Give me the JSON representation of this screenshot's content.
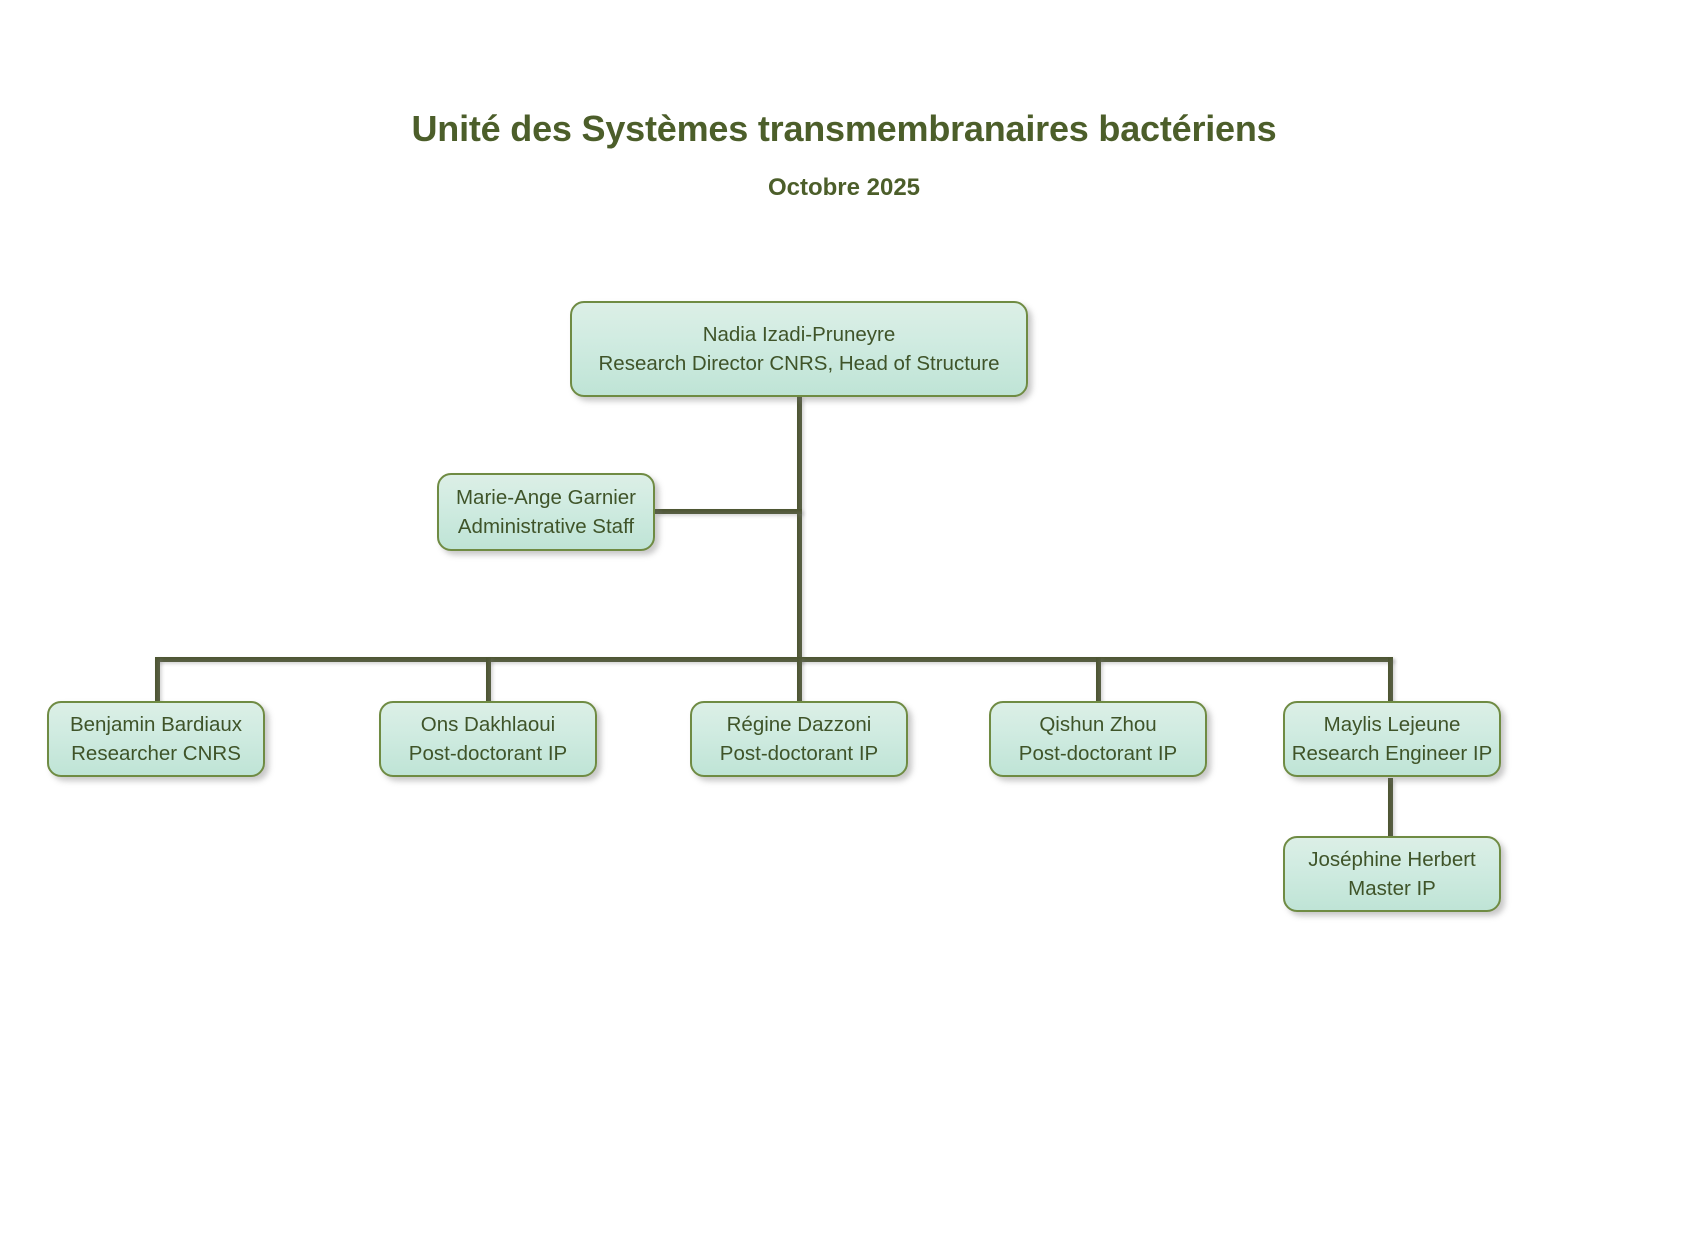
{
  "header": {
    "title": "Unité des Systèmes transmembranaires bactériens",
    "subtitle": "Octobre 2025"
  },
  "colors": {
    "title_text": "#4c5e2a",
    "node_text": "#3f5429",
    "node_border": "#6f8b43",
    "node_fill_top": "#dcefe6",
    "node_fill_bottom": "#bfe4d6",
    "connector": "#4c5530",
    "background": "#ffffff"
  },
  "chart_data": {
    "type": "diagram",
    "title": "Unité des Systèmes transmembranaires bactériens",
    "subtitle": "Octobre 2025",
    "diagram_kind": "org-chart",
    "nodes": [
      {
        "id": "root",
        "name": "Nadia Izadi-Pruneyre",
        "role": "Research Director CNRS, Head of Structure",
        "level": 0,
        "parent": null
      },
      {
        "id": "admin",
        "name": "Marie-Ange Garnier",
        "role": "Administrative Staff",
        "level": 1,
        "parent": "root"
      },
      {
        "id": "bardiaux",
        "name": "Benjamin Bardiaux",
        "role": "Researcher CNRS",
        "level": 2,
        "parent": "root"
      },
      {
        "id": "dakhlaoui",
        "name": "Ons Dakhlaoui",
        "role": "Post-doctorant IP",
        "level": 2,
        "parent": "root"
      },
      {
        "id": "dazzoni",
        "name": "Régine Dazzoni",
        "role": "Post-doctorant IP",
        "level": 2,
        "parent": "root"
      },
      {
        "id": "zhou",
        "name": "Qishun Zhou",
        "role": "Post-doctorant IP",
        "level": 2,
        "parent": "root"
      },
      {
        "id": "lejeune",
        "name": "Maylis Lejeune",
        "role": "Research Engineer IP",
        "level": 2,
        "parent": "root"
      },
      {
        "id": "herbert",
        "name": "Joséphine Herbert",
        "role": "Master IP",
        "level": 3,
        "parent": "lejeune"
      }
    ],
    "edges": [
      {
        "from": "root",
        "to": "admin"
      },
      {
        "from": "root",
        "to": "bardiaux"
      },
      {
        "from": "root",
        "to": "dakhlaoui"
      },
      {
        "from": "root",
        "to": "dazzoni"
      },
      {
        "from": "root",
        "to": "zhou"
      },
      {
        "from": "root",
        "to": "lejeune"
      },
      {
        "from": "lejeune",
        "to": "herbert"
      }
    ]
  }
}
